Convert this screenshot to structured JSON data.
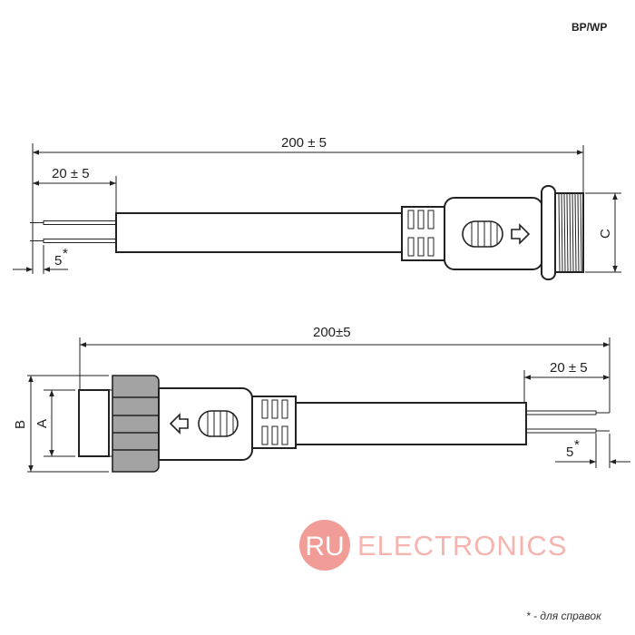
{
  "header": {
    "model": "BP/WP"
  },
  "top_view": {
    "overall_length": "200 ± 5",
    "strip_length": "20 ± 5",
    "tip_length": "5",
    "tip_mark": "*",
    "thread_dim": "C"
  },
  "bottom_view": {
    "overall_length": "200±5",
    "strip_length": "20 ± 5",
    "tip_length": "5",
    "tip_mark": "*",
    "outer_dim": "B",
    "inner_dim": "A"
  },
  "watermark": {
    "badge": "RU",
    "text": "ELECTRONICS",
    "badge_color": "#f08b85",
    "text_color": "#f5a7a2"
  },
  "footnote": "* - для справок"
}
